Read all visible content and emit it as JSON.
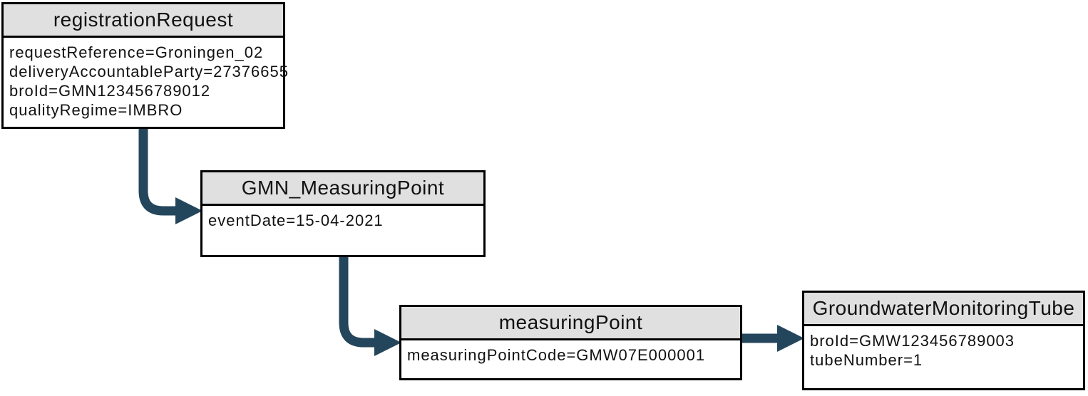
{
  "colors": {
    "arrow": "#24465c",
    "header_bg": "#e0e0e0",
    "border": "#000000",
    "background": "#ffffff"
  },
  "diagram": {
    "nodes": [
      {
        "title": "registrationRequest",
        "attributes": [
          "requestReference=Groningen_02",
          "deliveryAccountableParty=27376655",
          "broId=GMN123456789012",
          "qualityRegime=IMBRO"
        ]
      },
      {
        "title": "GMN_MeasuringPoint",
        "attributes": [
          "eventDate=15-04-2021"
        ]
      },
      {
        "title": "measuringPoint",
        "attributes": [
          "measuringPointCode=GMW07E000001"
        ]
      },
      {
        "title": "GroundwaterMonitoringTube",
        "attributes": [
          "broId=GMW123456789003",
          "tubeNumber=1"
        ]
      }
    ],
    "edges": [
      {
        "from": "registrationRequest",
        "to": "GMN_MeasuringPoint"
      },
      {
        "from": "GMN_MeasuringPoint",
        "to": "measuringPoint"
      },
      {
        "from": "measuringPoint",
        "to": "GroundwaterMonitoringTube"
      }
    ]
  }
}
